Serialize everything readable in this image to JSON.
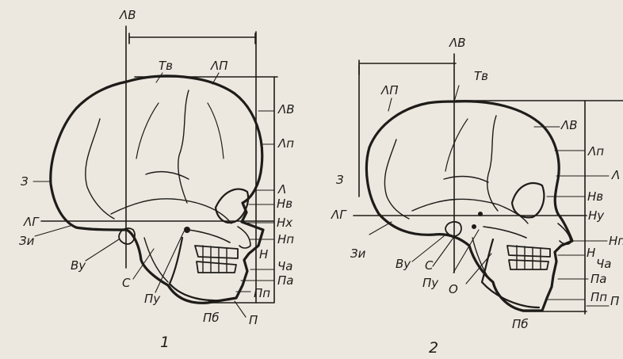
{
  "figure1": {
    "number": "1",
    "labels": {
      "LV_top": "ΛВ",
      "Tv": "Тв",
      "Lp_top": "ΛП",
      "LV_r": "ΛВ",
      "Lp_r": "Λп",
      "Z": "З",
      "L": "Λ",
      "Nv": "Нв",
      "LG": "ΛГ",
      "Nx": "Нх",
      "Zi": "Зи",
      "Np": "Нп",
      "Vu": "Ву",
      "N": "Н",
      "Cha": "Ча",
      "Pa": "Па",
      "S": "С",
      "Pu": "Пу",
      "Pp": "Пп",
      "Pb": "Пб",
      "P": "П"
    }
  },
  "figure2": {
    "number": "2",
    "labels": {
      "LV_top": "ΛВ",
      "Tv": "Тв",
      "Lp_top": "ΛП",
      "LV_r": "ΛВ",
      "Z": "З",
      "Lp_r": "Λп",
      "L": "Λ",
      "Nv": "Нв",
      "LG": "ΛГ",
      "Nu": "Ну",
      "Zi": "Зи",
      "Np": "Нп",
      "Vu": "Ву",
      "S": "С",
      "N": "Н",
      "Cha": "Ча",
      "Pu": "Пу",
      "O": "О",
      "Pa": "Па",
      "Pp": "Пп",
      "P": "П",
      "Pb": "Пб"
    }
  }
}
